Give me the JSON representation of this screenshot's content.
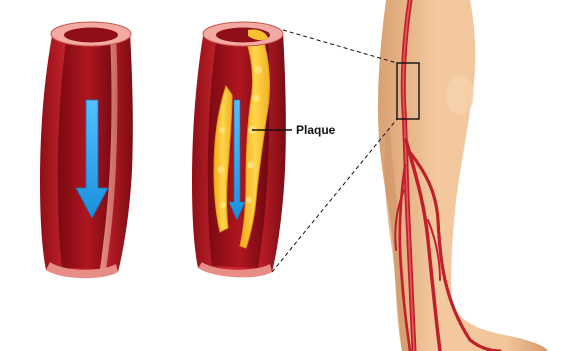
{
  "annotation": {
    "plaque_label": "Plaque"
  },
  "colors": {
    "vessel_red": "#c8202b",
    "vessel_dark": "#8f0f17",
    "vessel_lumen": "#a8141d",
    "vessel_rim": "#f1a7a2",
    "inner_wall": "#e8887f",
    "blood_flow_arrow": "#2aa6f0",
    "plaque_yellow": "#f6c12f",
    "plaque_light": "#ffe27a",
    "skin": "#f0c49a",
    "skin_shadow": "#d9a478",
    "artery": "#cc2530"
  },
  "illustration": {
    "healthy_artery_icon": "healthy-artery",
    "narrowed_artery_icon": "artery-with-plaque",
    "leg_icon": "leg-with-arteries"
  }
}
